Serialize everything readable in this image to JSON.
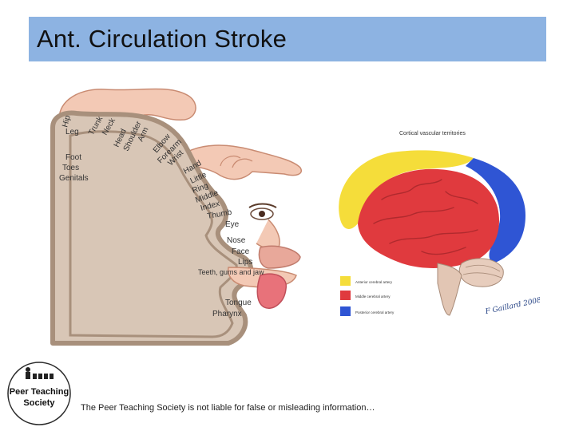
{
  "slide": {
    "title": "Ant. Circulation Stroke",
    "disclaimer": "The Peer Teaching Society is not liable for false or misleading information…"
  },
  "homunculus": {
    "labels": [
      "Hip",
      "Leg",
      "Trunk",
      "Neck",
      "Head",
      "Shoulder",
      "Arm",
      "Elbow",
      "Forearm",
      "Wrist",
      "Hand",
      "Foot",
      "Toes",
      "Genitals",
      "Little",
      "Ring",
      "Middle",
      "Index",
      "Thumb",
      "Eye",
      "Nose",
      "Face",
      "Lips",
      "Teeth, gums and jaw",
      "Tongue",
      "Pharynx"
    ]
  },
  "brain_figure": {
    "title": "Cortical vascular territories",
    "legend": [
      {
        "label": "Anterior cerebral artery",
        "color": "#f5dd3a"
      },
      {
        "label": "Middle cerebral artery",
        "color": "#e03a3e"
      },
      {
        "label": "Posterior cerebral artery",
        "color": "#2f55d4"
      }
    ],
    "watermark": "F Gaillard 2008"
  },
  "logo": {
    "line1": "Peer Teaching",
    "line2": "Society"
  },
  "colors": {
    "title_bar": "#8db3e2",
    "cortex": "#b59a84",
    "skin": "#f3c9b5"
  }
}
